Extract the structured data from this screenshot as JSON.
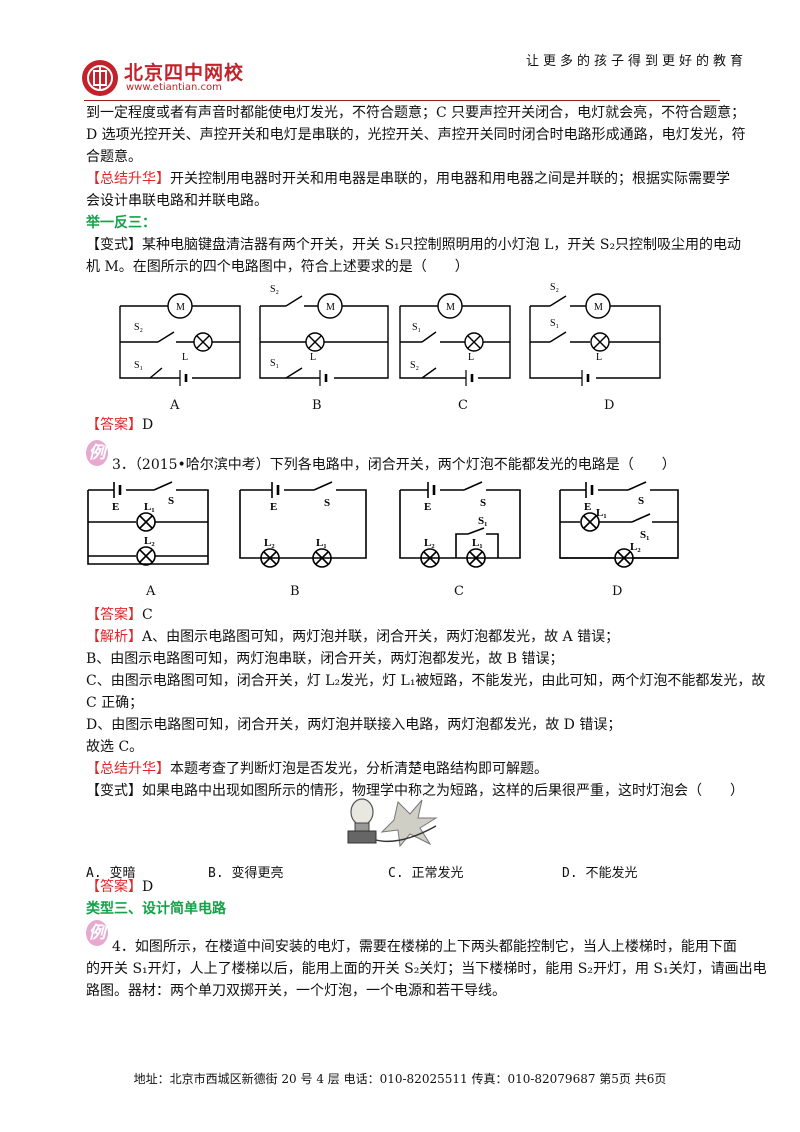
{
  "header": {
    "tagline": "让更多的孩子得到更好的教育",
    "logo_name": "北京四中网校",
    "logo_url": "www.etiantian.com"
  },
  "section1": {
    "cont_line1": "到一定程度或者有声音时都能使电灯发光，不符合题意；C 只要声控开关闭合，电灯就会亮，不符合题意；",
    "cont_line2": "D 选项光控开关、声控开关和电灯是串联的，光控开关、声控开关同时闭合时电路形成通路，电灯发光，符",
    "cont_line3": "合题意。",
    "summary_tag": "【总结升华】",
    "summary_line1": "开关控制用电器时开关和用电器是串联的，用电器和用电器之间是并联的；根据实际需要学",
    "summary_line2": "会设计串联电路和并联电路。",
    "heading": "举一反三：",
    "variant_tag": "【变式】",
    "variant_line1": "某种电脑键盘清洁器有两个开关，开关 S₁只控制照明用的小灯泡 L，开关 S₂只控制吸尘用的电动",
    "variant_line2": "机 M。在图所示的四个电路图中，符合上述要求的是（　　）",
    "option_labels": [
      "A",
      "B",
      "C",
      "D"
    ],
    "answer_tag": "【答案】",
    "answer": "D"
  },
  "example3": {
    "badge": "例",
    "question": "3．（2015•哈尔滨中考）下列各电路中，闭合开关，两个灯泡不能都发光的电路是（　　）",
    "option_labels": [
      "A",
      "B",
      "C",
      "D"
    ],
    "answer_tag": "【答案】",
    "answer": "C",
    "analysis_tag": "【解析】",
    "analysis_line1": "A、由图示电路图可知，两灯泡并联，闭合开关，两灯泡都发光，故 A 错误；",
    "analysis_line2": "B、由图示电路图可知，两灯泡串联，闭合开关，两灯泡都发光，故 B 错误；",
    "analysis_line3": "C、由图示电路图可知，闭合开关，灯 L₂发光，灯 L₁被短路，不能发光，由此可知，两个灯泡不能都发光，故",
    "analysis_line4": "C 正确；",
    "analysis_line5": "D、由图示电路图可知，闭合开关，两灯泡并联接入电路，两灯泡都发光，故 D 错误；",
    "analysis_line6": "故选 C。",
    "summary_tag": "【总结升华】",
    "summary": "本题考查了判断灯泡是否发光，分析清楚电路结构即可解题。",
    "variant_tag": "【变式】",
    "variant": "如果电路中出现如图所示的情形，物理学中称之为短路，这样的后果很严重，这时灯泡会（　　）",
    "choices": [
      "A. 变暗",
      "B. 变得更亮",
      "C. 正常发光",
      "D. 不能发光"
    ],
    "answer2_tag": "【答案】",
    "answer2": "D"
  },
  "section3": {
    "heading": "类型三、设计简单电路",
    "badge": "例",
    "line1": "4．如图所示，在楼道中间安装的电灯，需要在楼梯的上下两头都能控制它，当人上楼梯时，能用下面",
    "line2": "的开关 S₁开灯，人上了楼梯以后，能用上面的开关 S₂关灯；当下楼梯时，能用 S₂开灯，用 S₁关灯，请画出电",
    "line3": "路图。器材：两个单刀双掷开关，一个灯泡，一个电源和若干导线。"
  },
  "footer": {
    "text": "地址：北京市西城区新德街 20 号 4 层  电话：010-82025511  传真：010-82079687    第5页  共6页"
  }
}
